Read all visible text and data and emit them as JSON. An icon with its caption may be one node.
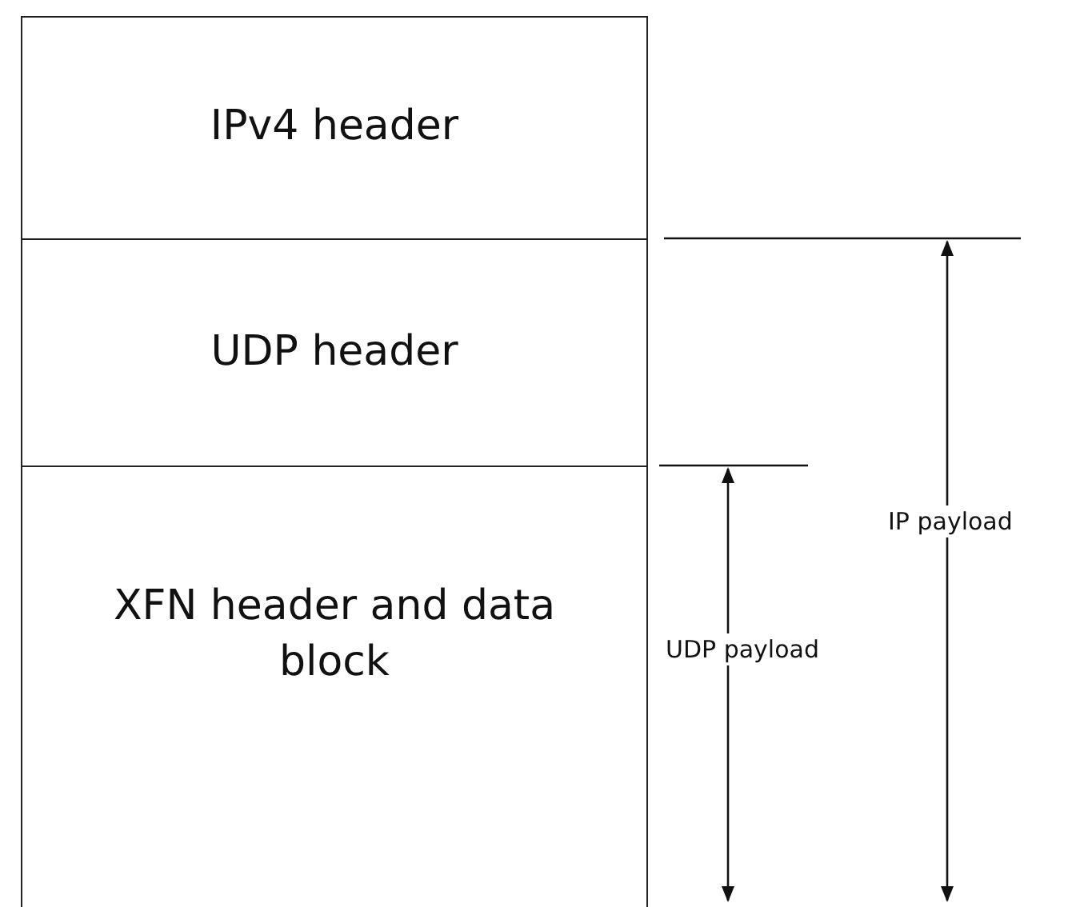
{
  "diagram": {
    "nodes": [
      {
        "text": [
          "IPv4 header"
        ]
      },
      {
        "text": [
          "UDP header"
        ]
      },
      {
        "text": [
          "XFN header and data block"
        ]
      }
    ],
    "labels": [
      "IP payload",
      "UDP payload"
    ]
  }
}
